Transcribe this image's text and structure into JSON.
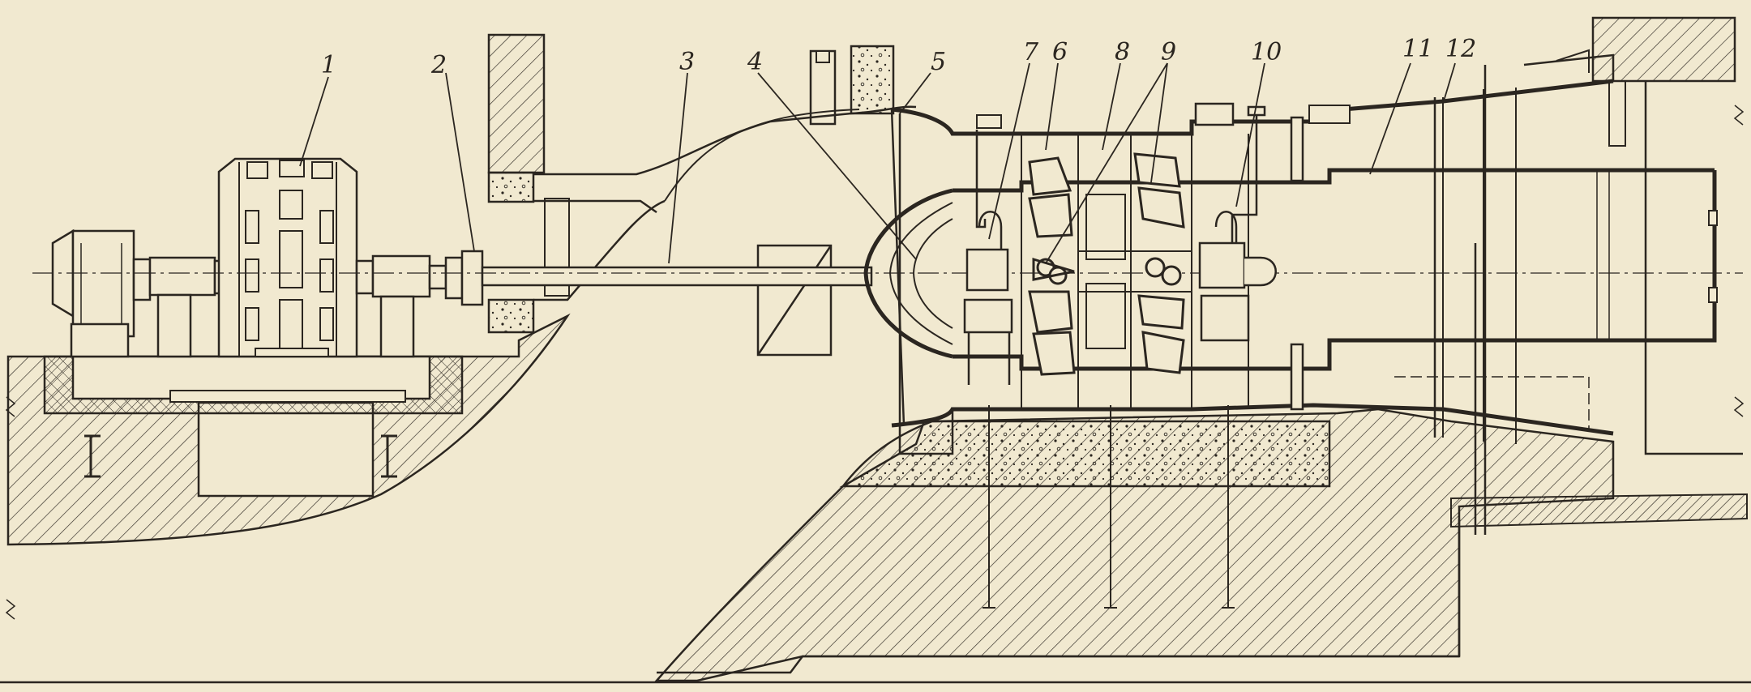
{
  "diagram": {
    "callouts": [
      {
        "id": "c1",
        "text": "1"
      },
      {
        "id": "c2",
        "text": "2"
      },
      {
        "id": "c3",
        "text": "3"
      },
      {
        "id": "c4",
        "text": "4"
      },
      {
        "id": "c5",
        "text": "5"
      },
      {
        "id": "c7",
        "text": "7"
      },
      {
        "id": "c6",
        "text": "6"
      },
      {
        "id": "c8",
        "text": "8"
      },
      {
        "id": "c9",
        "text": "9"
      },
      {
        "id": "c10",
        "text": "10"
      },
      {
        "id": "c11",
        "text": "11"
      },
      {
        "id": "c12",
        "text": "12"
      }
    ]
  },
  "colors": {
    "paper": "#f1e9d0",
    "ink": "#2b2620"
  }
}
